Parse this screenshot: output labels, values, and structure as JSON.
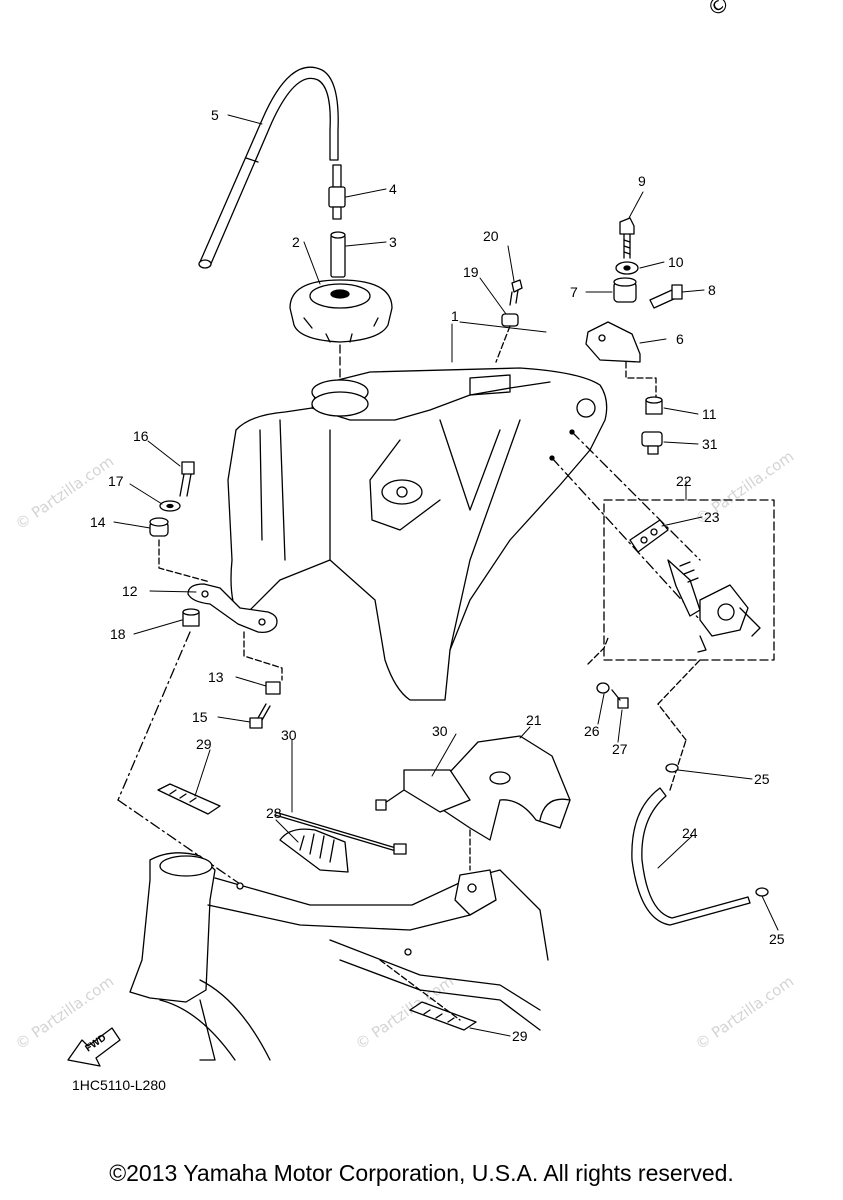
{
  "diagram": {
    "callouts": {
      "c1": "1",
      "c2": "2",
      "c3": "3",
      "c4": "4",
      "c5": "5",
      "c6": "6",
      "c7": "7",
      "c8": "8",
      "c9": "9",
      "c10": "10",
      "c11": "11",
      "c12": "12",
      "c13": "13",
      "c14": "14",
      "c15": "15",
      "c16": "16",
      "c17": "17",
      "c18": "18",
      "c19": "19",
      "c20": "20",
      "c21": "21",
      "c22": "22",
      "c23": "23",
      "c24": "24",
      "c25a": "25",
      "c25b": "25",
      "c26": "26",
      "c27": "27",
      "c28": "28",
      "c29a": "29",
      "c29b": "29",
      "c30a": "30",
      "c30b": "30",
      "c31": "31"
    },
    "diagram_code": "1HC5110-L280",
    "fwd_label": "FWD",
    "watermark": "© Partzilla.com"
  },
  "footer": {
    "copyright": "©2013 Yamaha Motor Corporation, U.S.A. All rights reserved."
  },
  "corner_mark": "©"
}
